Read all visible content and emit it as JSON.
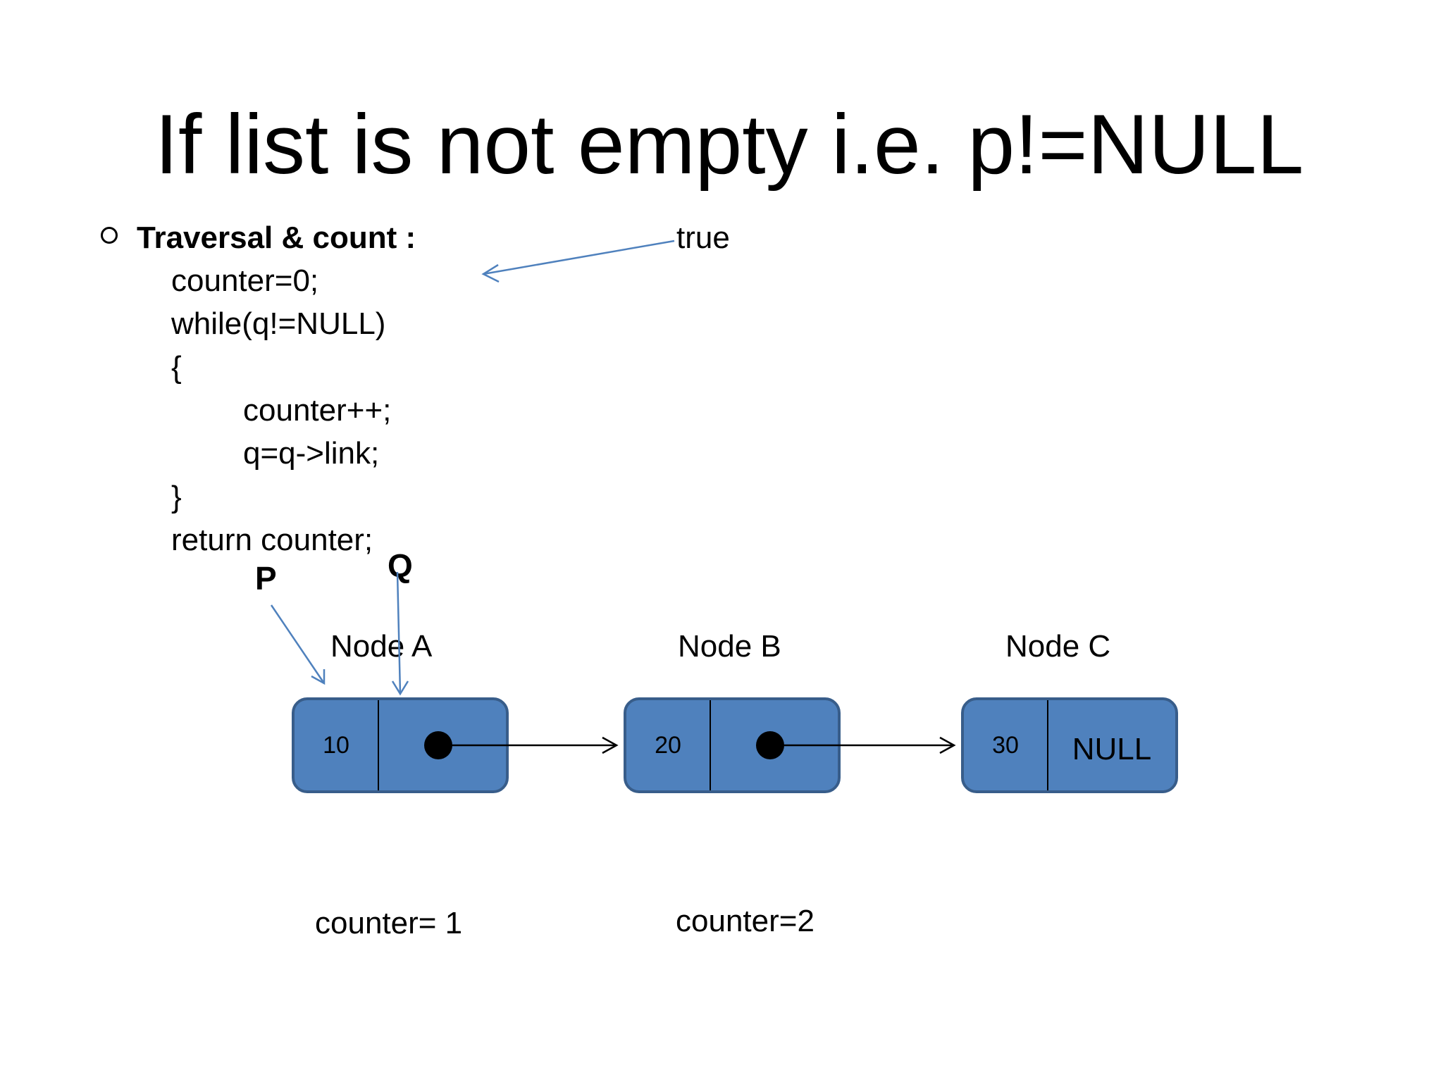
{
  "slide": {
    "title": "If list is not empty i.e. p!=NULL",
    "bullet_heading": "Traversal & count :",
    "code": {
      "line1": "counter=0;",
      "line2": "while(q!=NULL)",
      "line3": "{",
      "line4": "counter++;",
      "line5": "q=q->link;",
      "line6": "}",
      "line7": "return counter;"
    },
    "annotation_true": "true"
  },
  "diagram": {
    "pointer_p": "P",
    "pointer_q": "Q",
    "nodes": [
      {
        "name": "Node A",
        "value": "10",
        "link": "dot"
      },
      {
        "name": "Node B",
        "value": "20",
        "link": "dot"
      },
      {
        "name": "Node C",
        "value": "30",
        "link": "NULL"
      }
    ],
    "counters": [
      "counter= 1",
      "counter=2"
    ]
  },
  "colors": {
    "node_fill": "#4f81bd",
    "node_border": "#385d8a",
    "pointer_arrow": "#4f81bd"
  }
}
